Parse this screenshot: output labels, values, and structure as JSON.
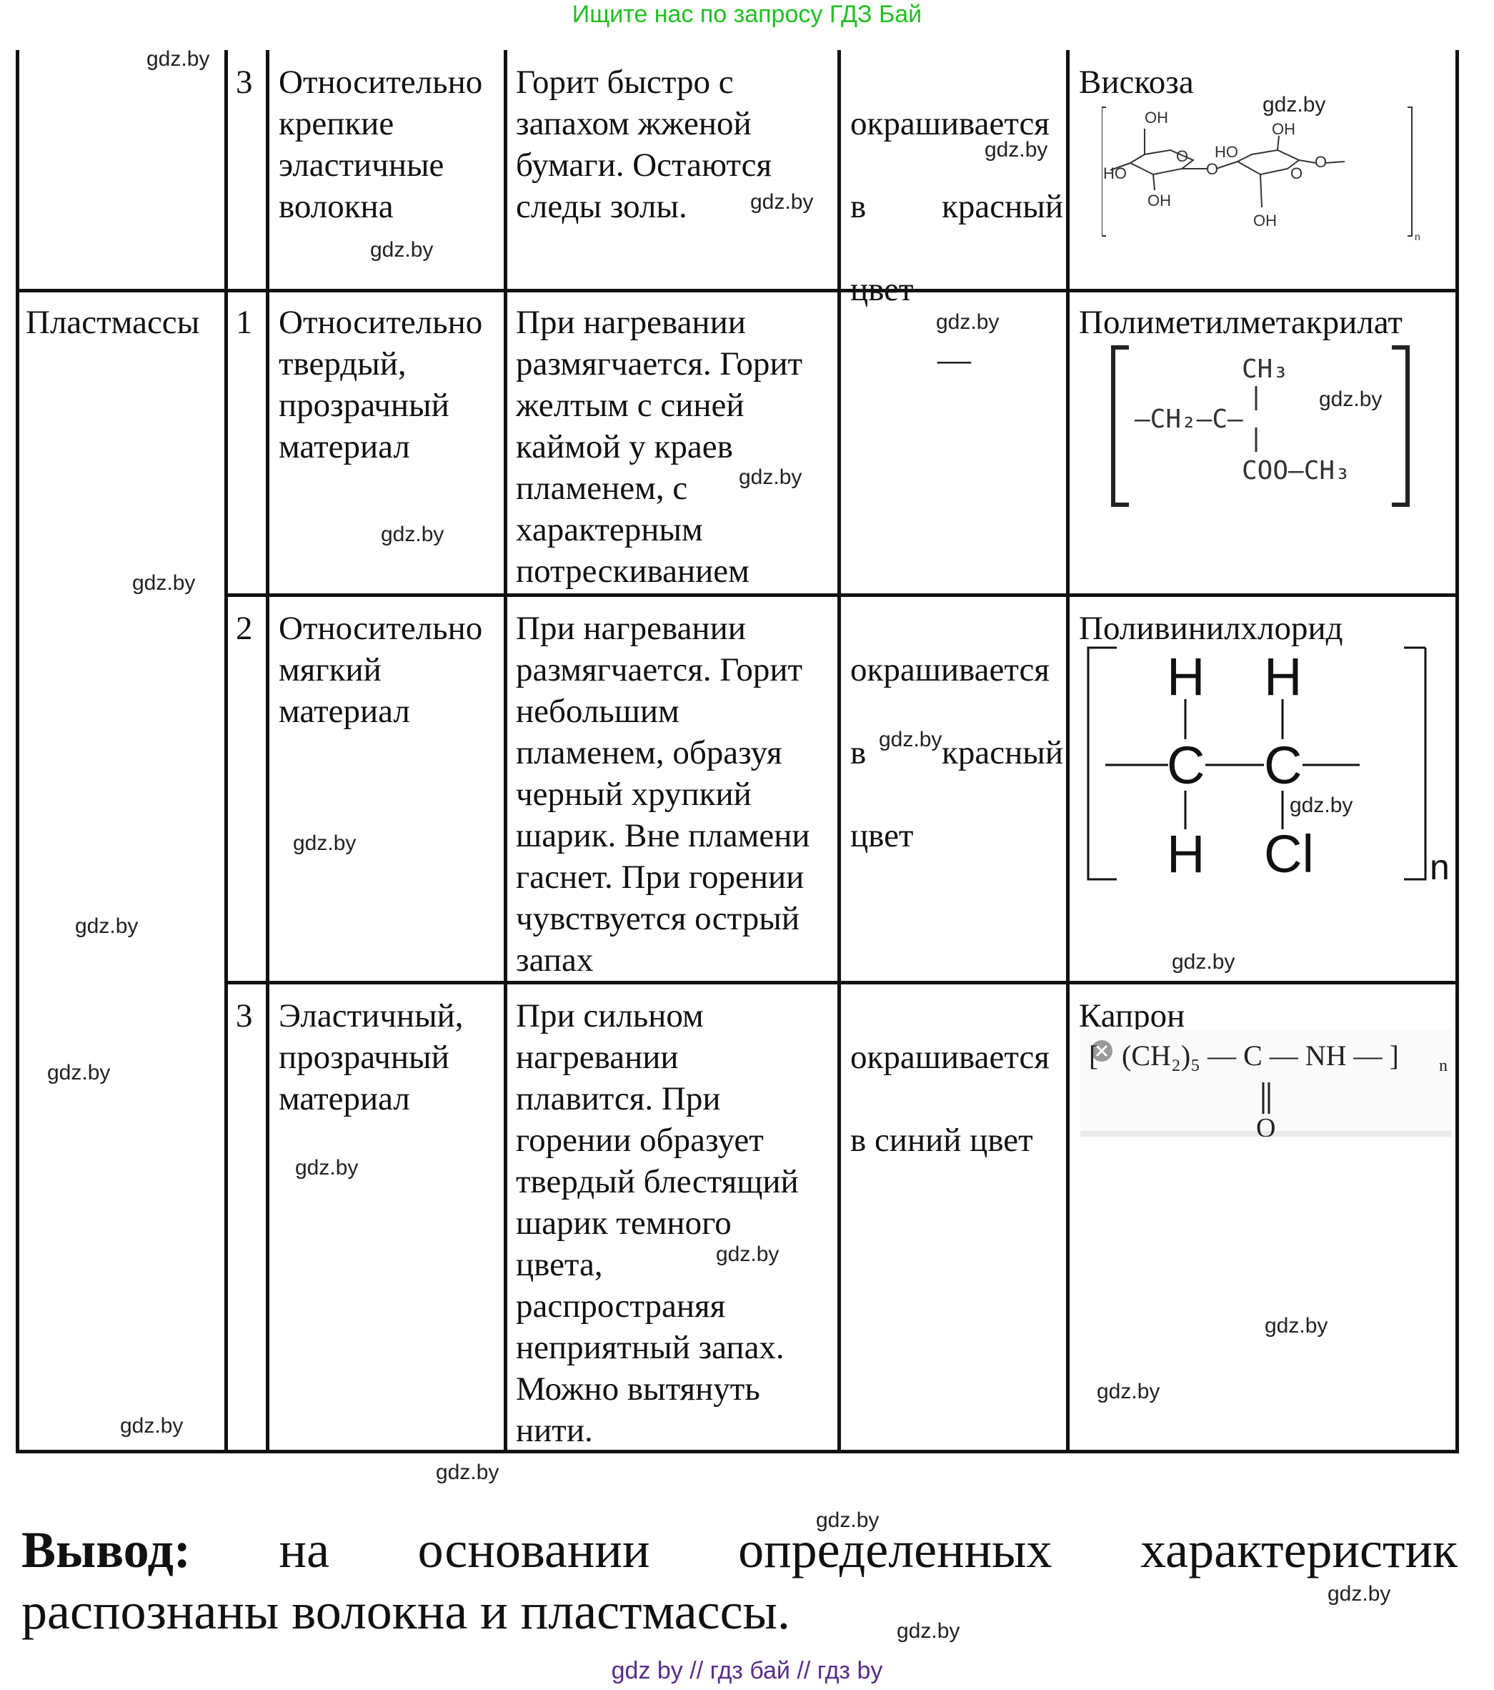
{
  "banner": "Ищите нас по запросу ГДЗ Бай",
  "rows": [
    {
      "group": "",
      "number": "3",
      "material": "Относительно\nкрепкие\nэластичные\nволокна",
      "burning": "Горит быстро с\nзапахом жженой\nбумаги. Остаются\nследы золы.",
      "reaction": [
        "окрашивается",
        "в красный",
        "цвет"
      ],
      "substance": "Вискоза"
    },
    {
      "group": "Пластмассы",
      "number": "1",
      "material": "Относительно\nтвердый,\nпрозрачный\nматериал",
      "burning": "При нагревании\nразмягчается. Горит\nжелтым с синей\nкаймой у краев\nпламенем, с\nхарактерным\nпотрескиванием",
      "reaction": [
        "—"
      ],
      "substance": "Полиметилметакрилат"
    },
    {
      "group": "",
      "number": "2",
      "material": "Относительно\nмягкий\nматериал",
      "burning": "При нагревании\nразмягчается. Горит\nнебольшим\nпламенем, образуя\nчерный хрупкий\nшарик. Вне пламени\nгаснет. При горении\nчувствуется острый\nзапах",
      "reaction": [
        "окрашивается",
        "в красный",
        "цвет"
      ],
      "substance": "Поливинилхлорид"
    },
    {
      "group": "",
      "number": "3",
      "material": "Эластичный,\nпрозрачный\nматериал",
      "burning": "При сильном\nнагревании\nплавится. При\nгорении образует\nтвердый блестящий\nшарик темного\nцвета,\nраспространяя\nнеприятный запах.\nМожно вытянуть\nнити.",
      "reaction": [
        "окрашивается",
        "в синий цвет"
      ],
      "substance": "Капрон"
    }
  ],
  "formulas": {
    "viscose": {
      "oh1": "OH",
      "oh2": "OH",
      "oh3": "OH",
      "oh4": "OH",
      "ho1": "HO",
      "ho2": "HO",
      "o1": "O",
      "o2": "O",
      "o3": "O",
      "o4": "O",
      "n": "n"
    },
    "pmma": {
      "ch3_top": "CH₃",
      "main": "—CH₂—C—",
      "coo": "COO—CH₃"
    },
    "pvc": {
      "h1": "H",
      "h2": "H",
      "c1": "C",
      "c2": "C",
      "h3": "H",
      "cl": "Cl",
      "n": "n"
    },
    "kapron": {
      "chain": "(CH₂)₅ — C — NH — ]",
      "n": "n",
      "open": "[",
      "o": "O"
    }
  },
  "watermark": "gdz.by",
  "conclusion": {
    "bold": "Вывод:",
    "words": [
      "на",
      "основании",
      "определенных",
      "характеристик"
    ],
    "line2": "распознаны волокна и пластмассы."
  },
  "footer": "gdz by  //  гдз бай  //  гдз by"
}
